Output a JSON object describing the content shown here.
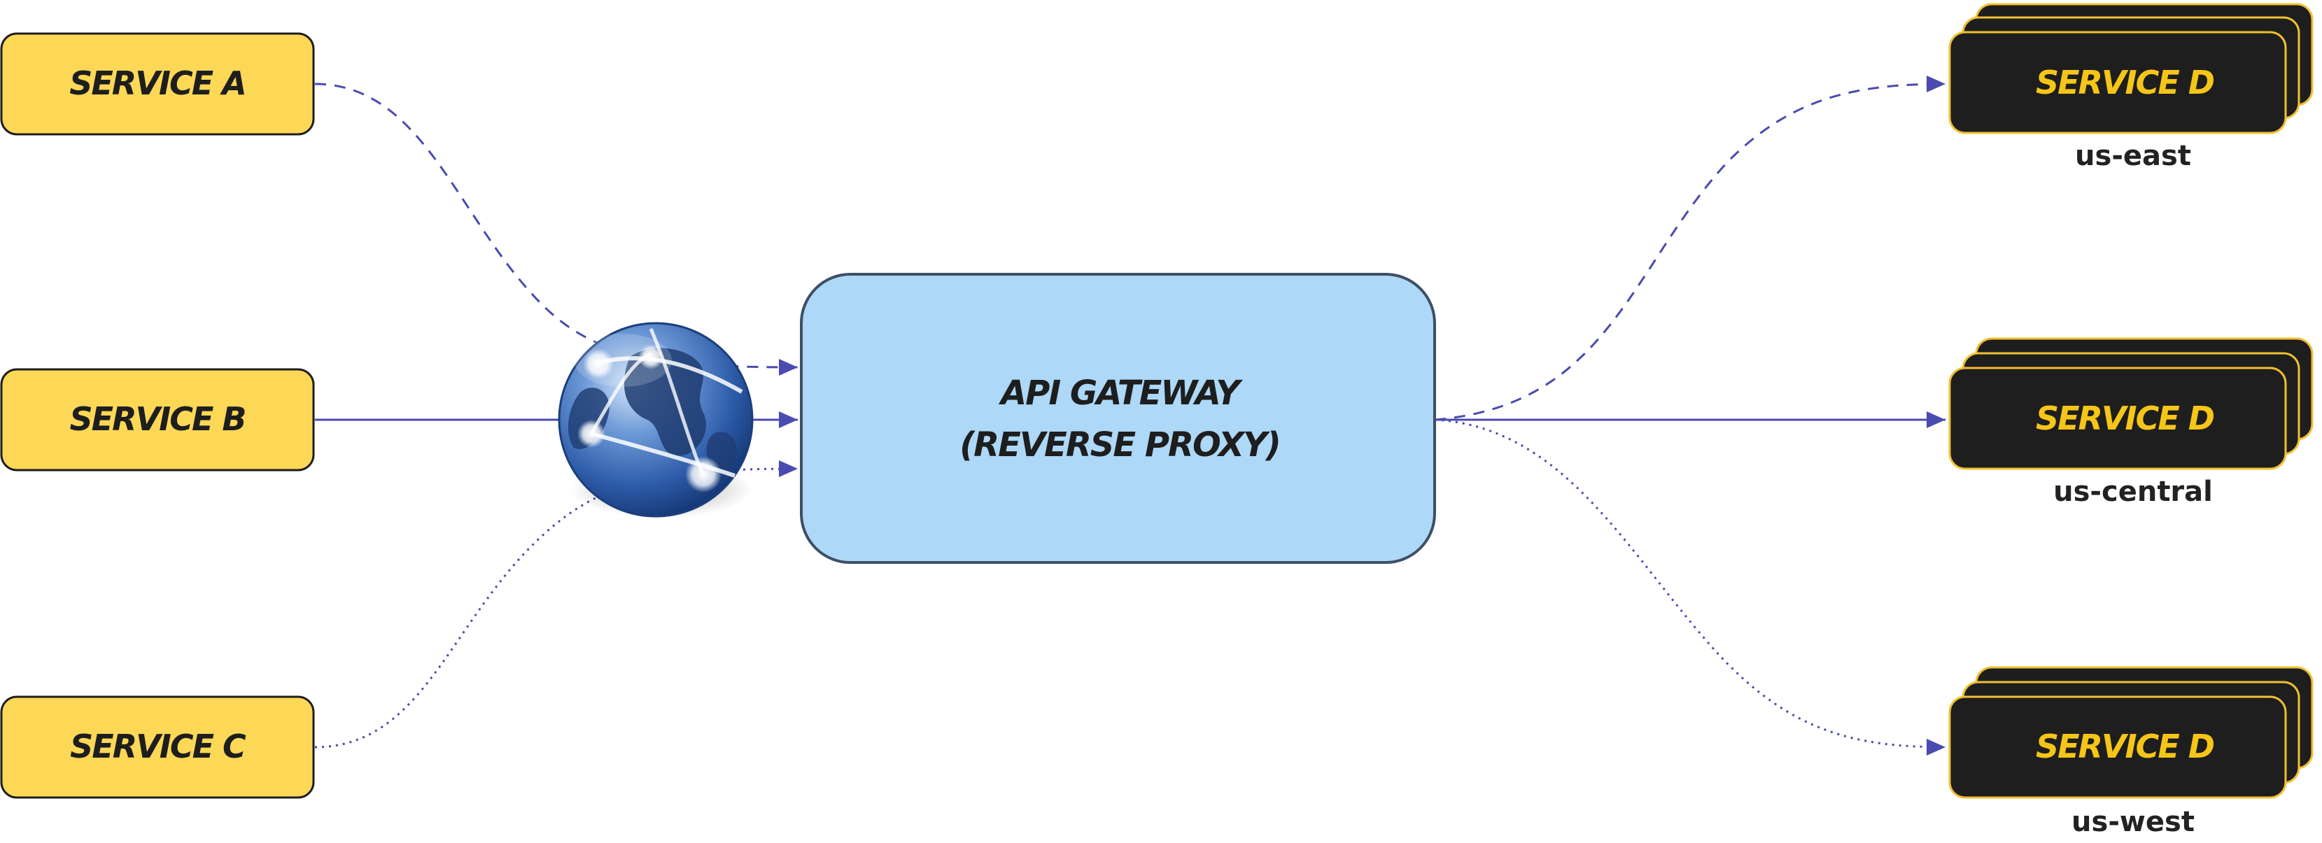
{
  "diagram": {
    "colors": {
      "client_fill": "#FCD856",
      "client_text": "#1E1E1E",
      "target_fill": "#1E1E1E",
      "target_border": "#F0C030",
      "target_text": "#F5C518",
      "gateway_fill": "#ADD8F7",
      "gateway_border": "#3E4F66",
      "edge": "#4A4BB0",
      "region_text": "#222222"
    },
    "clients": [
      {
        "id": "a",
        "label": "SERVICE A"
      },
      {
        "id": "b",
        "label": "SERVICE B"
      },
      {
        "id": "c",
        "label": "SERVICE C"
      }
    ],
    "internet_icon": "globe-icon",
    "gateway": {
      "line1": "API GATEWAY",
      "line2": "(REVERSE PROXY)"
    },
    "targets": [
      {
        "id": "east",
        "label": "SERVICE D",
        "region": "us-east"
      },
      {
        "id": "central",
        "label": "SERVICE D",
        "region": "us-central"
      },
      {
        "id": "west",
        "label": "SERVICE D",
        "region": "us-west"
      }
    ],
    "edges": [
      {
        "from": "a",
        "to": "gateway",
        "style": "dashed"
      },
      {
        "from": "b",
        "to": "gateway",
        "style": "solid"
      },
      {
        "from": "c",
        "to": "gateway",
        "style": "dotted"
      },
      {
        "from": "gateway",
        "to": "east",
        "style": "dashed"
      },
      {
        "from": "gateway",
        "to": "central",
        "style": "solid"
      },
      {
        "from": "gateway",
        "to": "west",
        "style": "dotted"
      }
    ]
  }
}
